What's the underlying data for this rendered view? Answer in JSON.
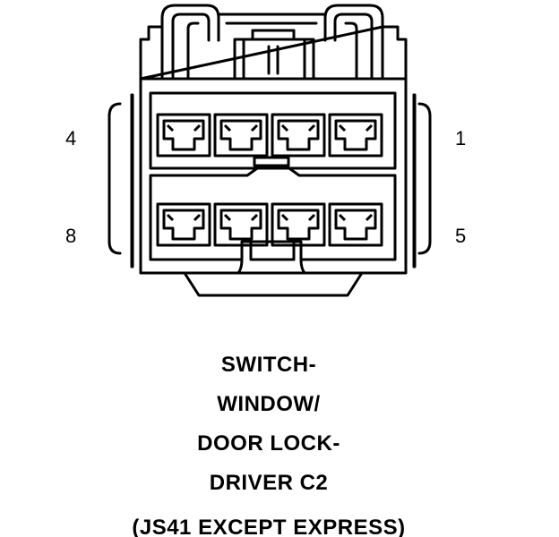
{
  "connector": {
    "pin_labels": {
      "top_left": "4",
      "top_right": "1",
      "bottom_left": "8",
      "bottom_right": "5"
    },
    "cavity_rows": 2,
    "cavities_per_row": 4
  },
  "caption": {
    "line1": "SWITCH-",
    "line2": "WINDOW/",
    "line3": "DOOR LOCK-",
    "line4": "DRIVER C2",
    "line5": "(JS41 EXCEPT EXPRESS)"
  },
  "colors": {
    "stroke": "#000000",
    "background": "#ffffff"
  }
}
